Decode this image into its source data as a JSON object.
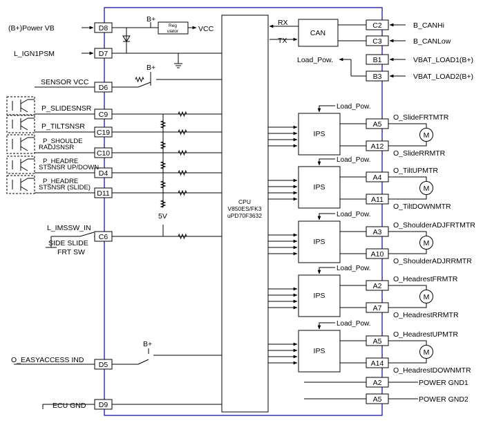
{
  "cpu": {
    "line1": "CPU",
    "line2": "V850ES/FK3",
    "line3": "uPD70F3632"
  },
  "can": {
    "label": "CAN",
    "rx": "RX",
    "tx": "TX"
  },
  "regulator": {
    "line1": "Reg",
    "line2": "ulator"
  },
  "vcc": "VCC",
  "bplus": "B+",
  "five_v": "5V",
  "load_pow": "Load_Pow.",
  "ips_label": "IPS",
  "motor_symbol": "M",
  "left_pins": [
    {
      "pin": "D8",
      "signal": "(B+)Power VB"
    },
    {
      "pin": "D7",
      "signal": "L_IGN1PSM"
    },
    {
      "pin": "D6",
      "signal": "SENSOR VCC"
    },
    {
      "pin": "C9",
      "signal": "P_SLIDESNSR"
    },
    {
      "pin": "C19",
      "signal": "P_TILTSNSR"
    },
    {
      "pin": "C10",
      "signal_line1": "P_SHOULDE",
      "signal_line2": "RADJSNSR"
    },
    {
      "pin": "D4",
      "signal_line1": "P_HEADRE",
      "signal_line2": "STSNSR UP/DOWN"
    },
    {
      "pin": "D11",
      "signal_line1": "P_HEADRE",
      "signal_line2": "STSNSR (SLIDE)"
    },
    {
      "pin": "C6",
      "signal": "L_IMSSW_IN",
      "switch_line1": "SIDE SLIDE",
      "switch_line2": "FRT SW"
    },
    {
      "pin": "D5",
      "signal": "O_EASYACCESS IND"
    },
    {
      "pin": "D9",
      "signal": "ECU GND"
    }
  ],
  "right_pins": [
    {
      "pin": "C2",
      "signal": "B_CANHi"
    },
    {
      "pin": "C3",
      "signal": "B_CANLow"
    },
    {
      "pin": "B1",
      "signal": "VBAT_LOAD1(B+)"
    },
    {
      "pin": "B3",
      "signal": "VBAT_LOAD2(B+)"
    }
  ],
  "motors": [
    {
      "pin_a": "A5",
      "signal_a": "O_SlideFRTMTR",
      "pin_b": "A12",
      "signal_b": "O_SlideRRMTR"
    },
    {
      "pin_a": "A4",
      "signal_a": "O_TiltUPMTR",
      "pin_b": "A11",
      "signal_b": "O_TiltDOWNMTR"
    },
    {
      "pin_a": "A3",
      "signal_a": "O_ShoulderADJFRTMTR",
      "pin_b": "A10",
      "signal_b": "O_ShoulderADJRRMTR"
    },
    {
      "pin_a": "A2",
      "signal_a": "O_HeadrestFRMTR",
      "pin_b": "A7",
      "signal_b": "O_HeadrestRRMTR"
    },
    {
      "pin_a": "A5",
      "signal_a": "O_HeadrestUPMTR",
      "pin_b": "A14",
      "signal_b": "O_HeadrestDOWNMTR"
    }
  ],
  "grounds": [
    {
      "pin": "A2",
      "signal": "POWER GND1"
    },
    {
      "pin": "A5",
      "signal": "POWER GND2"
    }
  ]
}
